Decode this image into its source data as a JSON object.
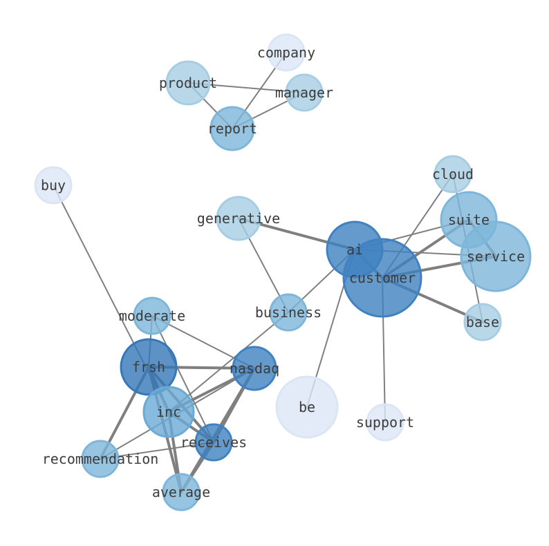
{
  "graph": {
    "nodes": [
      {
        "id": "company",
        "label": "company",
        "color": "#dbe6f5"
      },
      {
        "id": "product",
        "label": "product",
        "color": "#a6cde4"
      },
      {
        "id": "manager",
        "label": "manager",
        "color": "#a6cde4"
      },
      {
        "id": "report",
        "label": "report",
        "color": "#7db6da"
      },
      {
        "id": "buy",
        "label": "buy",
        "color": "#dbe6f5"
      },
      {
        "id": "cloud",
        "label": "cloud",
        "color": "#a6cde4"
      },
      {
        "id": "suite",
        "label": "suite",
        "color": "#7db6da"
      },
      {
        "id": "generative",
        "label": "generative",
        "color": "#a6cde4"
      },
      {
        "id": "ai",
        "label": "ai",
        "color": "#3f81c1"
      },
      {
        "id": "service",
        "label": "service",
        "color": "#7db6da"
      },
      {
        "id": "customer",
        "label": "customer",
        "color": "#3f81c1"
      },
      {
        "id": "business",
        "label": "business",
        "color": "#7db6da"
      },
      {
        "id": "base",
        "label": "base",
        "color": "#a6cde4"
      },
      {
        "id": "moderate",
        "label": "moderate",
        "color": "#7db6da"
      },
      {
        "id": "frsh",
        "label": "frsh",
        "color": "#3577b9"
      },
      {
        "id": "nasdaq",
        "label": "nasdaq",
        "color": "#3f81c1"
      },
      {
        "id": "be",
        "label": "be",
        "color": "#dbe6f5"
      },
      {
        "id": "inc",
        "label": "inc",
        "color": "#6aaad5"
      },
      {
        "id": "support",
        "label": "support",
        "color": "#dbe6f5"
      },
      {
        "id": "receives",
        "label": "receives",
        "color": "#3f81c1"
      },
      {
        "id": "recommendation",
        "label": "recommendation",
        "color": "#7db6da"
      },
      {
        "id": "average",
        "label": "average",
        "color": "#7db6da"
      }
    ],
    "edges": [
      {
        "source": "product",
        "target": "manager",
        "weight": 1
      },
      {
        "source": "product",
        "target": "report",
        "weight": 1
      },
      {
        "source": "company",
        "target": "report",
        "weight": 1
      },
      {
        "source": "manager",
        "target": "report",
        "weight": 1
      },
      {
        "source": "buy",
        "target": "inc",
        "weight": 1
      },
      {
        "source": "generative",
        "target": "ai",
        "weight": 2
      },
      {
        "source": "generative",
        "target": "business",
        "weight": 1
      },
      {
        "source": "ai",
        "target": "suite",
        "weight": 1
      },
      {
        "source": "ai",
        "target": "service",
        "weight": 1
      },
      {
        "source": "ai",
        "target": "customer",
        "weight": 2
      },
      {
        "source": "ai",
        "target": "business",
        "weight": 1
      },
      {
        "source": "ai",
        "target": "be",
        "weight": 1
      },
      {
        "source": "customer",
        "target": "cloud",
        "weight": 1
      },
      {
        "source": "customer",
        "target": "suite",
        "weight": 2
      },
      {
        "source": "customer",
        "target": "service",
        "weight": 2
      },
      {
        "source": "customer",
        "target": "base",
        "weight": 2
      },
      {
        "source": "customer",
        "target": "support",
        "weight": 1
      },
      {
        "source": "cloud",
        "target": "base",
        "weight": 1
      },
      {
        "source": "suite",
        "target": "service",
        "weight": 2
      },
      {
        "source": "business",
        "target": "inc",
        "weight": 1
      },
      {
        "source": "frsh",
        "target": "nasdaq",
        "weight": 2
      },
      {
        "source": "frsh",
        "target": "inc",
        "weight": 2
      },
      {
        "source": "frsh",
        "target": "receives",
        "weight": 2
      },
      {
        "source": "frsh",
        "target": "average",
        "weight": 2
      },
      {
        "source": "frsh",
        "target": "recommendation",
        "weight": 2
      },
      {
        "source": "moderate",
        "target": "nasdaq",
        "weight": 1
      },
      {
        "source": "moderate",
        "target": "frsh",
        "weight": 1
      },
      {
        "source": "moderate",
        "target": "receives",
        "weight": 1
      },
      {
        "source": "nasdaq",
        "target": "inc",
        "weight": 2
      },
      {
        "source": "nasdaq",
        "target": "receives",
        "weight": 2
      },
      {
        "source": "nasdaq",
        "target": "average",
        "weight": 2
      },
      {
        "source": "nasdaq",
        "target": "recommendation",
        "weight": 1
      },
      {
        "source": "inc",
        "target": "receives",
        "weight": 2
      },
      {
        "source": "inc",
        "target": "average",
        "weight": 2
      },
      {
        "source": "receives",
        "target": "recommendation",
        "weight": 1
      },
      {
        "source": "receives",
        "target": "average",
        "weight": 2
      }
    ]
  }
}
